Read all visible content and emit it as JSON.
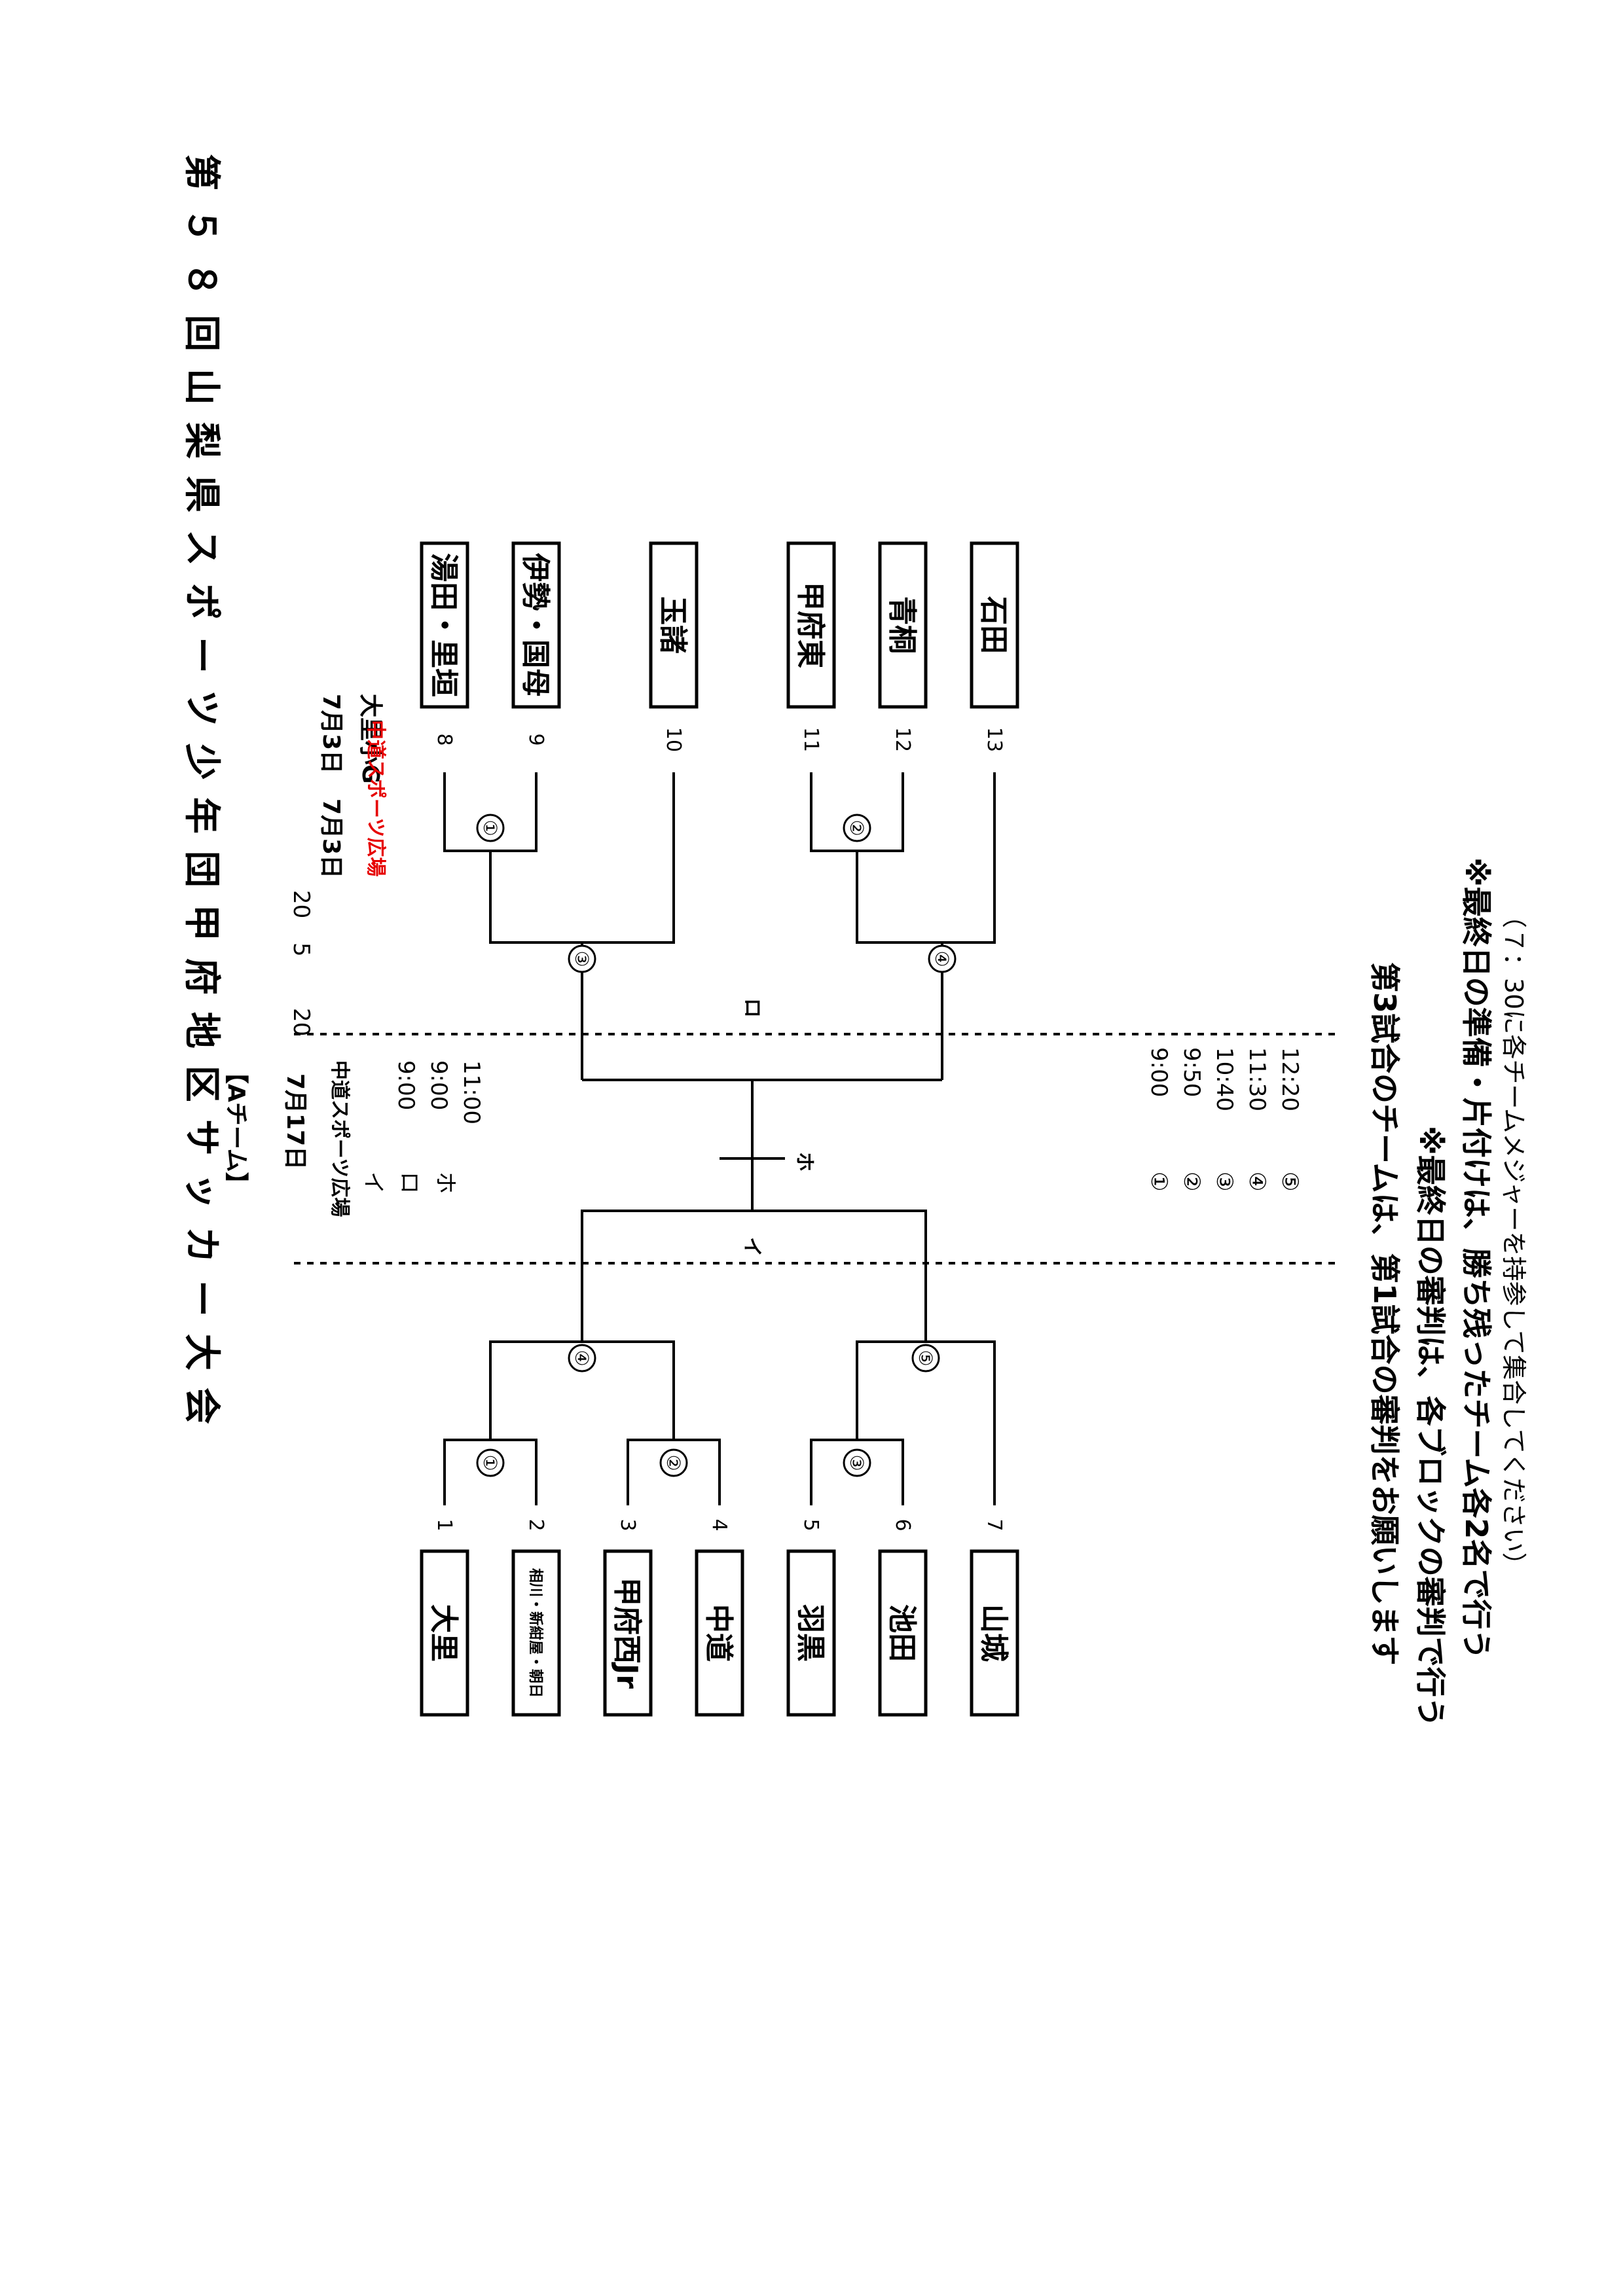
{
  "title": "第５８回山梨県スポーツ少年団甲府地区サッカー大会",
  "section_label": "【Aチーム】",
  "left_block": {
    "date": "7月3日",
    "venue": "大里小G",
    "teams": [
      {
        "no": "1",
        "name": "大里"
      },
      {
        "no": "2",
        "name": "相川・新紺屋・朝日"
      },
      {
        "no": "3",
        "name": "甲府西Jr"
      },
      {
        "no": "4",
        "name": "中道"
      },
      {
        "no": "5",
        "name": "羽黒"
      },
      {
        "no": "6",
        "name": "池田"
      },
      {
        "no": "7",
        "name": "山城"
      }
    ],
    "matches": [
      "①",
      "②",
      "③",
      "④",
      "⑤"
    ]
  },
  "right_block": {
    "date": "7月3日",
    "venue": "中道スポーツ広場",
    "numbers": [
      "20",
      "5",
      "20"
    ],
    "teams": [
      {
        "no": "8",
        "name": "湯田・里垣"
      },
      {
        "no": "9",
        "name": "伊勢・国母"
      },
      {
        "no": "10",
        "name": "玉諸"
      },
      {
        "no": "11",
        "name": "甲府東"
      },
      {
        "no": "12",
        "name": "青桐"
      },
      {
        "no": "13",
        "name": "石田"
      }
    ],
    "matches": [
      "①",
      "②",
      "③",
      "④"
    ]
  },
  "final_day": {
    "date": "7月17日",
    "venue": "中道スポーツ広場",
    "schedule": [
      {
        "label": "イ",
        "time": "9:00"
      },
      {
        "label": "ロ",
        "time": "9:00"
      },
      {
        "label": "ホ",
        "time": "11:00"
      }
    ],
    "bracket_labels": [
      "イ",
      "ロ",
      "ホ"
    ]
  },
  "first_day_schedule": [
    {
      "label": "①",
      "time": "9:00"
    },
    {
      "label": "②",
      "time": "9:50"
    },
    {
      "label": "③",
      "time": "10:40"
    },
    {
      "label": "④",
      "time": "11:30"
    },
    {
      "label": "⑤",
      "time": "12:20"
    }
  ],
  "notes": [
    "第3試合のチームは、第1試合の審判をお願いします",
    "※最終日の審判は、各ブロックの審判で行う",
    "※最終日の準備・片付けは、勝ち残ったチーム各2名で行う",
    "（７：30に各チームメジャーを持参して集合してください）"
  ]
}
